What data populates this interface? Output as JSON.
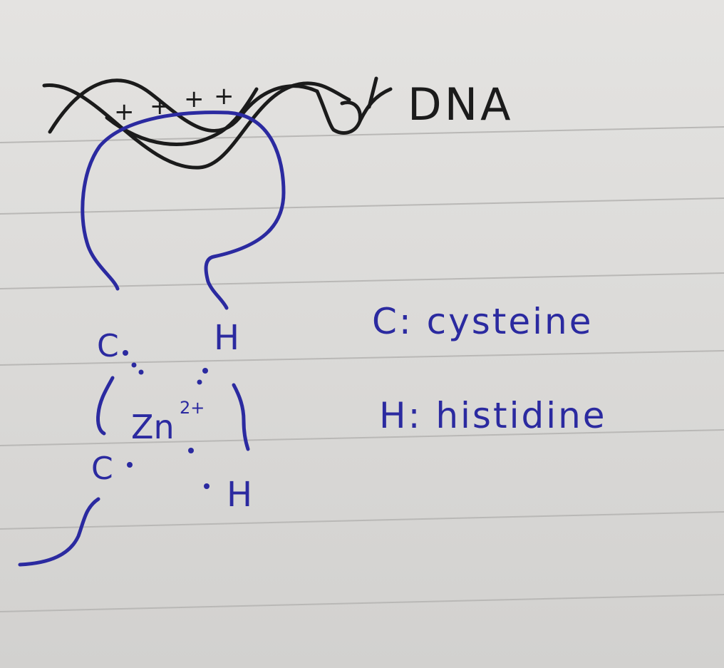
{
  "dna_label": "DNA",
  "charges": [
    "+",
    "+",
    "+",
    "+"
  ],
  "residues": {
    "cys_top": "C",
    "cys_bottom": "C",
    "his_top": "H",
    "his_bottom": "H"
  },
  "metal_ion": "Zn",
  "metal_charge": "2+",
  "legend": {
    "cysteine": "C: cysteine",
    "histidine": "H: histidine"
  },
  "colors": {
    "dna_ink": "#1b1b1b",
    "protein_ink": "#2b2aa0",
    "paper": "#dfdedc",
    "rule_line": "#b9b8b6"
  }
}
